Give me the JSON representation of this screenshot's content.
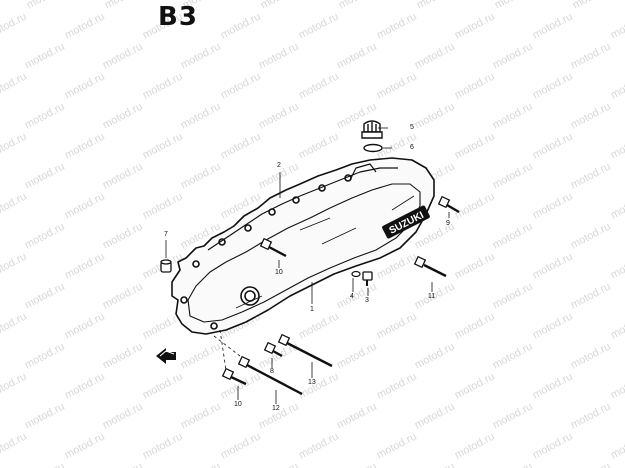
{
  "section_code": "B3",
  "watermark_text": "motod.ru",
  "brand_emblem_text": "SUZUKI",
  "callouts": [
    {
      "id": "label-1",
      "text": "1"
    },
    {
      "id": "label-2",
      "text": "2"
    },
    {
      "id": "label-3",
      "text": "3"
    },
    {
      "id": "label-4",
      "text": "4"
    },
    {
      "id": "label-5",
      "text": "5"
    },
    {
      "id": "label-6",
      "text": "6"
    },
    {
      "id": "label-7",
      "text": "7"
    },
    {
      "id": "label-8",
      "text": "8"
    },
    {
      "id": "label-9",
      "text": "9"
    },
    {
      "id": "label-10a",
      "text": "10"
    },
    {
      "id": "label-10b",
      "text": "10"
    },
    {
      "id": "label-11",
      "text": "11"
    },
    {
      "id": "label-12",
      "text": "12"
    },
    {
      "id": "label-13",
      "text": "13"
    }
  ]
}
